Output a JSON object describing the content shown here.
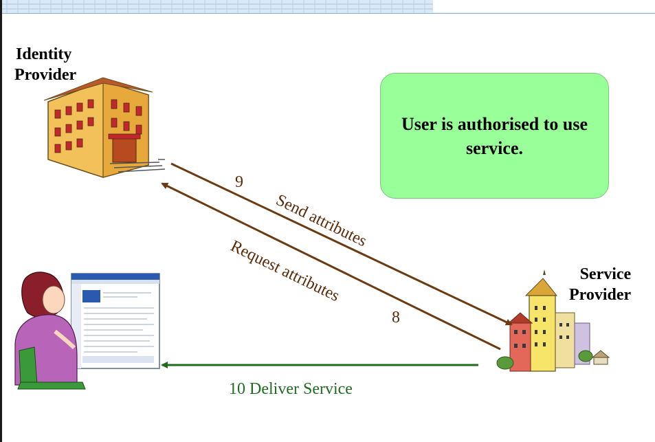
{
  "actors": {
    "identity_provider_line1": "Identity",
    "identity_provider_line2": "Provider",
    "service_provider_line1": "Service",
    "service_provider_line2": "Provider"
  },
  "notice": {
    "text": "User is authorised to use service."
  },
  "steps": {
    "step9_number": "9",
    "step9_label": "Send attributes",
    "step8_number": "8",
    "step8_label": "Request attributes",
    "step10_label": "10 Deliver Service"
  },
  "colors": {
    "attribute_arrows": "#6b3a10",
    "deliver_arrow": "#1f6b1f",
    "notice_fill": "#99ff99",
    "header_band": "#dbe8f5"
  }
}
